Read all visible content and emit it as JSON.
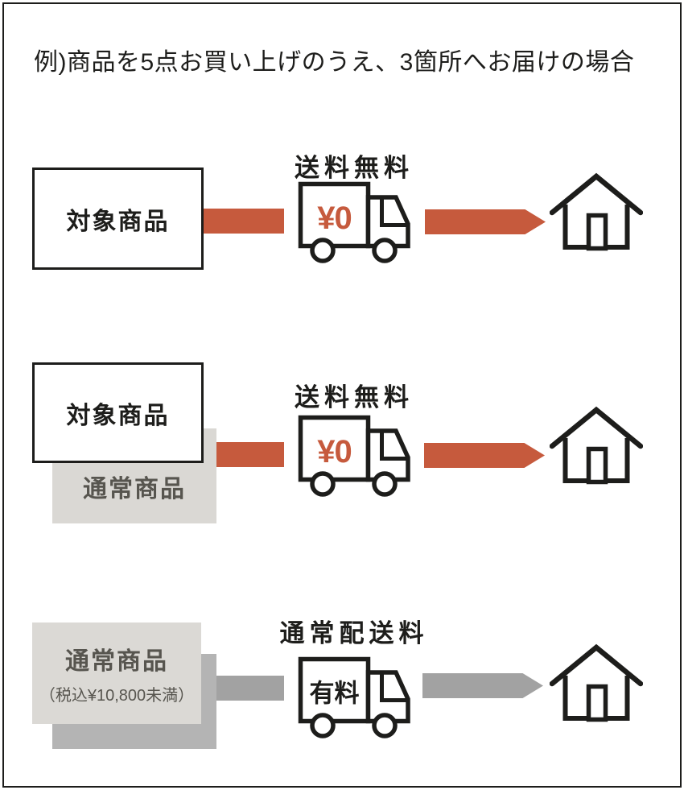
{
  "title": "例)商品を5点お買い上げのうえ、3箇所へお届けの場合",
  "colors": {
    "accent_red": "#c65a3d",
    "flow_gray": "#a2a2a2",
    "ghost_box_gray": "#dad8d4",
    "back_box_gray": "#b4b4b4",
    "gray_text": "#57554f",
    "ink": "#1d1d1b"
  },
  "rows": [
    {
      "product_label": "対象商品",
      "shipping_label": "送料無料",
      "truck_label": "¥0",
      "flow": "red"
    },
    {
      "product_label": "対象商品",
      "secondary_product_label": "通常商品",
      "shipping_label": "送料無料",
      "truck_label": "¥0",
      "flow": "red"
    },
    {
      "product_label": "通常商品",
      "product_sublabel": "（税込¥10,800未満）",
      "shipping_label": "通常配送料",
      "truck_label": "有料",
      "flow": "gray"
    }
  ]
}
